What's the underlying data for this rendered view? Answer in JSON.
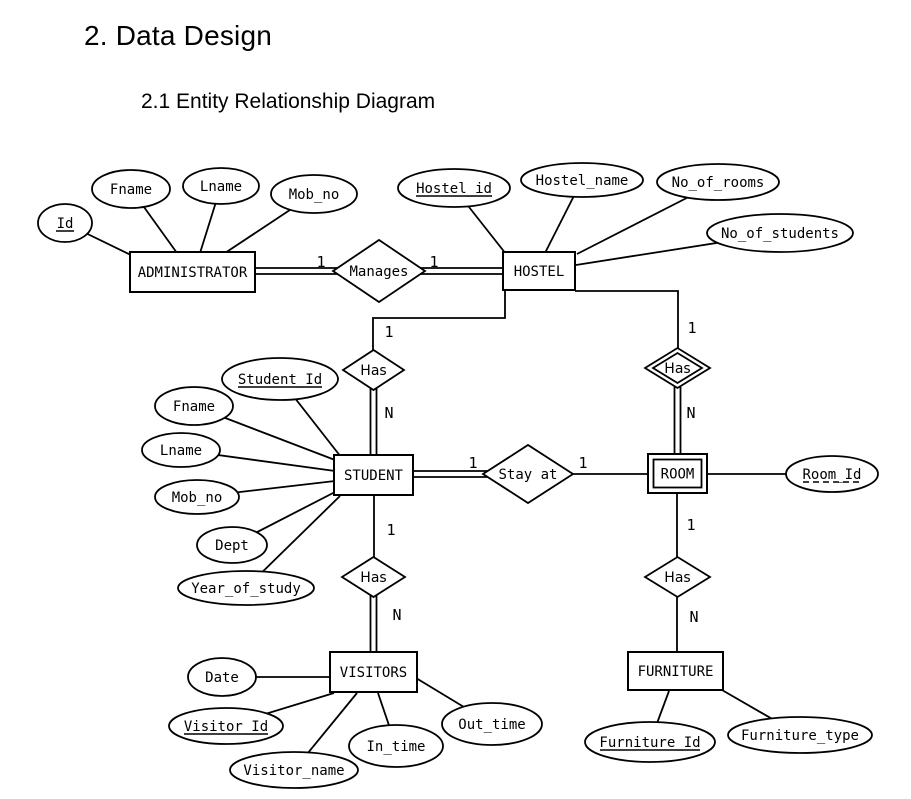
{
  "page": {
    "title": "2. Data Design",
    "subtitle": "2.1 Entity Relationship Diagram"
  },
  "colors": {
    "ink": "#000000",
    "background": "#ffffff"
  },
  "erd": {
    "entities": {
      "administrator": {
        "label": "ADMINISTRATOR",
        "kind": "strong"
      },
      "hostel": {
        "label": "HOSTEL",
        "kind": "strong"
      },
      "student": {
        "label": "STUDENT",
        "kind": "strong"
      },
      "room": {
        "label": "ROOM",
        "kind": "weak"
      },
      "visitors": {
        "label": "VISITORS",
        "kind": "strong"
      },
      "furniture": {
        "label": "FURNITURE",
        "kind": "strong"
      }
    },
    "relationships": {
      "manages": {
        "label": "Manages",
        "kind": "regular"
      },
      "hostel_has_student": {
        "label": "Has",
        "kind": "regular"
      },
      "hostel_has_room": {
        "label": "Has",
        "kind": "identifying"
      },
      "stay_at": {
        "label": "Stay at",
        "kind": "regular"
      },
      "student_has_visitors": {
        "label": "Has",
        "kind": "regular"
      },
      "room_has_furniture": {
        "label": "Has",
        "kind": "regular"
      }
    },
    "attributes": {
      "administrator": {
        "id": {
          "label": "Id",
          "underline": "solid"
        },
        "fname": {
          "label": "Fname"
        },
        "lname": {
          "label": "Lname"
        },
        "mob_no": {
          "label": "Mob_no"
        }
      },
      "hostel": {
        "hostel_id": {
          "label": "Hostel_id",
          "underline": "solid"
        },
        "hostel_name": {
          "label": "Hostel_name"
        },
        "no_of_rooms": {
          "label": "No_of_rooms"
        },
        "no_of_students": {
          "label": "No_of_students"
        }
      },
      "student": {
        "student_id": {
          "label": "Student_Id",
          "underline": "solid"
        },
        "fname": {
          "label": "Fname"
        },
        "lname": {
          "label": "Lname"
        },
        "mob_no": {
          "label": "Mob_no"
        },
        "dept": {
          "label": "Dept"
        },
        "year_of_study": {
          "label": "Year_of_study"
        }
      },
      "room": {
        "room_id": {
          "label": "Room_Id",
          "underline": "dashed"
        }
      },
      "visitors": {
        "date": {
          "label": "Date"
        },
        "visitor_id": {
          "label": "Visitor_Id",
          "underline": "solid"
        },
        "visitor_name": {
          "label": "Visitor_name"
        },
        "in_time": {
          "label": "In_time"
        },
        "out_time": {
          "label": "Out_time"
        }
      },
      "furniture": {
        "furniture_id": {
          "label": "Furniture_Id",
          "underline": "solid"
        },
        "furniture_type": {
          "label": "Furniture_type"
        }
      }
    },
    "cardinalities": {
      "manages_administrator": "1",
      "manages_hostel": "1",
      "hostel_has_student_hostel": "1",
      "hostel_has_student_student": "N",
      "hostel_has_room_hostel": "1",
      "hostel_has_room_room": "N",
      "stay_at_student": "1",
      "stay_at_room": "1",
      "student_has_visitors_student": "1",
      "student_has_visitors_visitors": "N",
      "room_has_furniture_room": "1",
      "room_has_furniture_furniture": "N"
    }
  }
}
